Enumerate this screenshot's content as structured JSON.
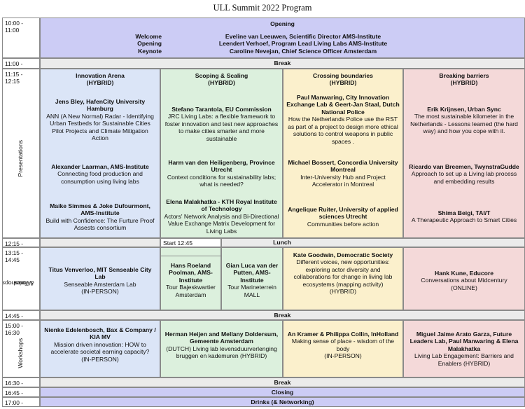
{
  "title": "ULL Summit 2022 Program",
  "times": {
    "opening": "10:00 - 11:00",
    "break1": "11:00 - 11:15",
    "presentations": "11:15 - 12:15",
    "lunch": "12:15 - 13:15",
    "workshops_tours": "13:15 - 14:45",
    "break2": "14:45 - 15:00",
    "workshops": "15:00 - 16:30",
    "break3": "16:30 - 16:45",
    "closing": "16:45 - 17:00",
    "drinks": "17:00 - 18:00"
  },
  "row_labels": {
    "presentations": "Presentations",
    "workshops_tours_1": "Workshops",
    "workshops_tours_2": "& Tours",
    "workshops": "Workshops"
  },
  "opening": {
    "title": "Opening",
    "labels": [
      "Welcome",
      "Opening",
      "Keynote"
    ],
    "speakers": [
      "Eveline van Leeuwen, Scientific Director AMS-Institute",
      "Leendert Verhoef, Program Lead Living Labs AMS-Institute",
      "Caroline Nevejan, Chief Science Officer Amsterdam"
    ]
  },
  "break_label": "Break",
  "lunch_label": "Lunch",
  "closing_label": "Closing",
  "drinks_label": "Drinks (& Networking)",
  "tracks": [
    {
      "name": "Innovation Arena",
      "mode": "(HYBRID)"
    },
    {
      "name": "Scoping & Scaling",
      "mode": "(HYBRID)"
    },
    {
      "name": "Crossing boundaries",
      "mode": "(HYBRID)"
    },
    {
      "name": "Breaking barriers",
      "mode": "(HYBRID)"
    }
  ],
  "presentations": [
    [
      {
        "speaker": "Jens Bley, HafenCity University Hamburg",
        "desc": "ANN (A New Normal) Radar - Identifying Urban Testbeds for  Sustainable Cities Pilot Projects and Climate Mitigation Action"
      },
      {
        "speaker": "Alexander Laarman, AMS-Institute",
        "desc": "Connecting food production and consumption using living labs"
      },
      {
        "speaker": "Maike Simmes & Joke Dufourmont, AMS-Institute",
        "desc": "Build with Confidence: The Furture Proof Assests consortium"
      }
    ],
    [
      {
        "speaker": "Stefano Tarantola, EU Commission",
        "desc": "JRC Living Labs: a flexible framework to foster innovation and test new approaches to make cities smarter and more sustainable"
      },
      {
        "speaker": "Harm van den Heiligenberg, Province Utrecht",
        "desc": "Context conditions for sustainability labs; what is needed?"
      },
      {
        "speaker": "Elena Malakhatka - KTH Royal Institute of Technology",
        "desc": "Actors' Network Analysis and Bi-Directional Value Exchange Matrix Development for Living Labs"
      }
    ],
    [
      {
        "speaker": "Paul Manwaring, City Innovation Exchange Lab  & Geert-Jan Staal, Dutch National Police",
        "desc": "How the Netherlands Police use the RST as part of a project to design more ethical solutions to control weapons in public spaces ."
      },
      {
        "speaker": "Michael Bossert, Concordia University Montreal",
        "desc": "Inter-University Hub and Project Accelerator in Montreal"
      },
      {
        "speaker": "Angelique Ruiter, University of applied sciences Utrecht",
        "desc": "Communities before action"
      }
    ],
    [
      {
        "speaker": "Erik Krijnsen, Urban Sync",
        "desc": "The most sustainable kilometer in the Netherlands - Lessons learned (the hard way) and how you cope with it."
      },
      {
        "speaker": "Ricardo van Breemen, TwynstraGudde",
        "desc": "Approach to set up a Living lab process and embedding results"
      },
      {
        "speaker": "Shima Beigi, TAI/T",
        "desc": "A Therapeutic Approach to Smart Cities"
      }
    ]
  ],
  "workshops_tours": {
    "start_note": "Start 12:45",
    "w1": {
      "speaker": "Titus Venverloo, MIT Senseable City Lab",
      "desc": "Senseable Amsterdam Lab",
      "mode": "(IN-PERSON)"
    },
    "tour1": {
      "speaker": "Hans Roeland Poolman, AMS-Institute",
      "desc": "Tour Bajeskwartier Amsterdam"
    },
    "tour2": {
      "speaker": "Gian Luca van der Putten, AMS-Institute",
      "desc": "Tour Marineterrein MALL"
    },
    "w3": {
      "speaker": "Kate Goodwin, Democratic Society",
      "desc": "Different voices, new opportunities: exploring actor diversity and collaborations for change in living lab ecosystems (mapping activity)",
      "mode": "(HYBRID)"
    },
    "w4": {
      "speaker": "Hank Kune, Educore",
      "desc": "Conversations about Midcentury",
      "mode": "(ONLINE)"
    }
  },
  "workshops": [
    {
      "speaker": "Nienke Edelenbosch, Bax & Company / KIA MV",
      "desc": "Mission driven innovation: HOW to accelerate societal earning capacity?",
      "mode": "(IN-PERSON)"
    },
    {
      "speaker": "Herman Heijen and Mellany Doldersum, Gemeente Amsterdam",
      "desc": "(DUTCH) Living lab levensduurverlenging bruggen en kademuren (HYBRID)",
      "mode": ""
    },
    {
      "speaker": "An Kramer & Philippa Collin, InHolland",
      "desc": "Making sense of place - wisdom of the body",
      "mode": "(IN-PERSON)"
    },
    {
      "speaker": "Miguel Jaime Arato Garza, Future Leaders Lab, Paul Manwaring & Elena Malakhatka",
      "desc": "Living Lab Engagement: Barriers and Enablers (HYBRID)",
      "mode": ""
    }
  ],
  "colors": {
    "opening": "#ccccf5",
    "break": "#ebebeb",
    "track1": "#dbe5f7",
    "track2": "#dcf0dd",
    "track3": "#fbf0cc",
    "track4": "#f4d9d9"
  }
}
